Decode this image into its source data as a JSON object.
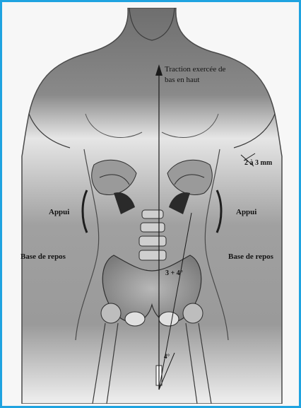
{
  "labels": {
    "traction": "Traction exercée de bas en haut",
    "distance": "2 à 3 mm",
    "support_left": "Appui",
    "support_right": "Appui",
    "rest_base_left": "Base de repos",
    "rest_base_right": "Base de repos",
    "angle_main": "3 + 4°",
    "angle_small": "4°"
  },
  "colors": {
    "frame_border": "#1fa3e0",
    "background": "#f7f7f7",
    "ink": "#141414"
  }
}
